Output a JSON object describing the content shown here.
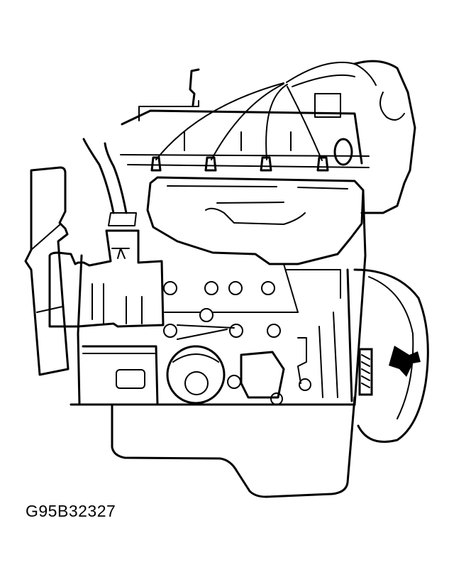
{
  "figure": {
    "subject": "engine-side-view-line-drawing",
    "caption_id": "G95B32327",
    "callouts": [
      {
        "name": "arrow",
        "points_to": "crankshaft-pulley-timing-mark",
        "color": "#000000"
      }
    ]
  },
  "colors": {
    "background": "#ffffff",
    "line": "#000000"
  }
}
